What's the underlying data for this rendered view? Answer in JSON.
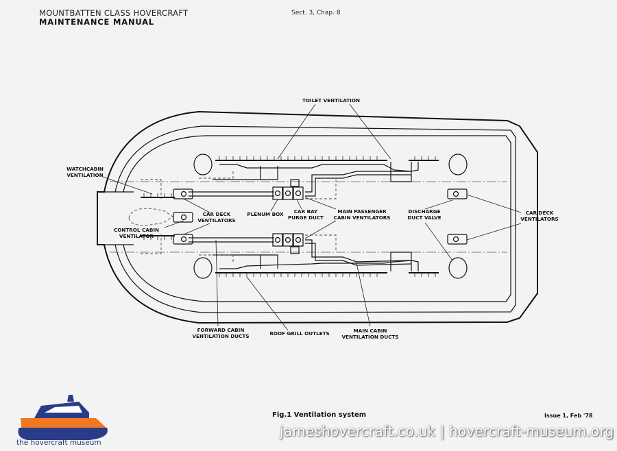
{
  "header": {
    "line1": "MOUNTBATTEN CLASS HOVERCRAFT",
    "line2": "MAINTENANCE MANUAL",
    "section": "Sect. 3, Chap. 8"
  },
  "diagram": {
    "labels": {
      "toilet_ventilation": "TOILET VENTILATION",
      "watchcabin_1": "WATCHCABIN",
      "watchcabin_2": "VENTILATION",
      "car_deck_left_1": "CAR DECK",
      "car_deck_left_2": "VENTILATORS",
      "control_cabin_1": "CONTROL CABIN",
      "control_cabin_2": "VENTILATOR",
      "plenum_box": "PLENUM BOX",
      "car_bay_1": "CAR BAY",
      "car_bay_2": "PURGE DUCT",
      "main_passenger_1": "MAIN PASSENGER",
      "main_passenger_2": "CABIN VENTILATORS",
      "discharge_1": "DISCHARGE",
      "discharge_2": "DUCT VALVE",
      "car_deck_right_1": "CAR DECK",
      "car_deck_right_2": "VENTILATORS",
      "forward_cabin_1": "FORWARD CABIN",
      "forward_cabin_2": "VENTILATION DUCTS",
      "roof_grill": "ROOF GRILL OUTLETS",
      "main_cabin_1": "MAIN CABIN",
      "main_cabin_2": "VENTILATION DUCTS"
    }
  },
  "footer": {
    "caption": "Fig.1 Ventilation system",
    "issue": "Issue 1, Feb '78",
    "watermark": "jameshovercraft.co.uk | hovercraft-museum.org",
    "logo_text": "the hovercraft museum"
  },
  "colors": {
    "logo_orange": "#f07820",
    "logo_blue": "#2a3b8a"
  }
}
